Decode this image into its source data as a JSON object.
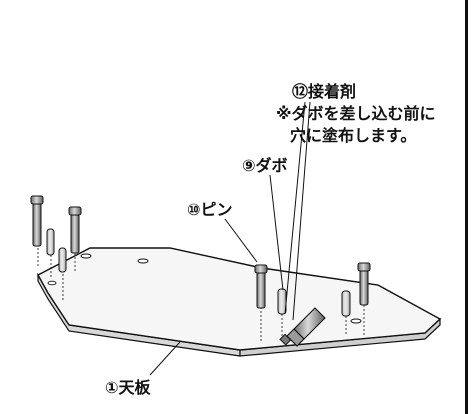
{
  "labels": {
    "adhesive": "⑫接着剤",
    "note_line1": "※ダボを差し込む前に",
    "note_line2": "穴に塗布します。",
    "dowel": "⑨ダボ",
    "pin": "⑩ピン",
    "tabletop": "①天板"
  },
  "colors": {
    "line": "#111111",
    "board_top": "#f4f4f4",
    "board_edge": "#cfcfcf",
    "metal": "#8c8c8c"
  }
}
